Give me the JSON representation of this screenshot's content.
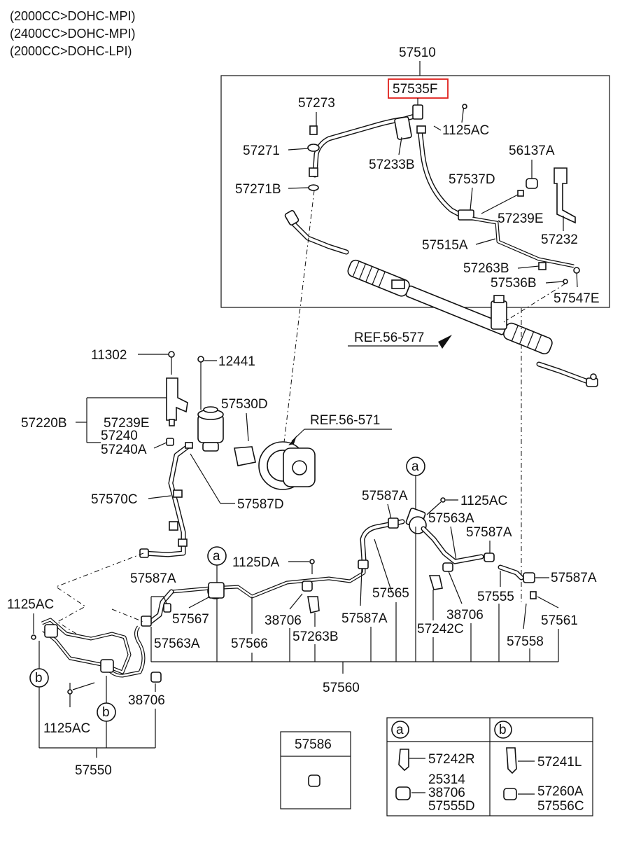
{
  "header": {
    "lines": [
      "(2000CC>DOHC-MPI)",
      "(2400CC>DOHC-MPI)",
      "(2000CC>DOHC-LPI)"
    ]
  },
  "callouts": {
    "p57510": "57510",
    "p57535F": "57535F",
    "p57273": "57273",
    "p1125AC_top": "1125AC",
    "p57271": "57271",
    "p57233B": "57233B",
    "p56137A": "56137A",
    "p57271B": "57271B",
    "p57537D": "57537D",
    "p57239E_top": "57239E",
    "p57232": "57232",
    "p57515A": "57515A",
    "p57263B_top": "57263B",
    "p57536B": "57536B",
    "p57547E": "57547E",
    "ref_56_577": "REF.56-577",
    "p11302": "11302",
    "p12441": "12441",
    "p57530D": "57530D",
    "p57220B": "57220B",
    "p57239E_mid": "57239E",
    "p57240": "57240",
    "p57240A": "57240A",
    "ref_56_571": "REF.56-571",
    "circle_a_1": "a",
    "p57570C": "57570C",
    "p57587D": "57587D",
    "p57587A_1": "57587A",
    "p1125AC_mid": "1125AC",
    "p57563A_right": "57563A",
    "p57587A_2": "57587A",
    "circle_a_2": "a",
    "p1125DA": "1125DA",
    "p57587A_left": "57587A",
    "p57587A_3": "57587A",
    "p57565": "57565",
    "p57555": "57555",
    "p1125AC_left": "1125AC",
    "p57567": "57567",
    "p38706_mid": "38706",
    "p57587A_4": "57587A",
    "p57242C": "57242C",
    "p38706_right": "38706",
    "p57561": "57561",
    "p57563A_left": "57563A",
    "p57566": "57566",
    "p57263B_bottom": "57263B",
    "p57558": "57558",
    "circle_b_1": "b",
    "p57560": "57560",
    "p38706_left": "38706",
    "p1125AC_low": "1125AC",
    "circle_b_2": "b",
    "p57550": "57550",
    "p57586": "57586"
  },
  "legend": {
    "a": {
      "key": "a",
      "items": [
        "57242R",
        "25314",
        "38706",
        "57555D"
      ]
    },
    "b": {
      "key": "b",
      "items": [
        "57241L",
        "57260A",
        "57556C"
      ]
    }
  },
  "colors": {
    "highlight": "#e0201b",
    "ink": "#111111"
  }
}
